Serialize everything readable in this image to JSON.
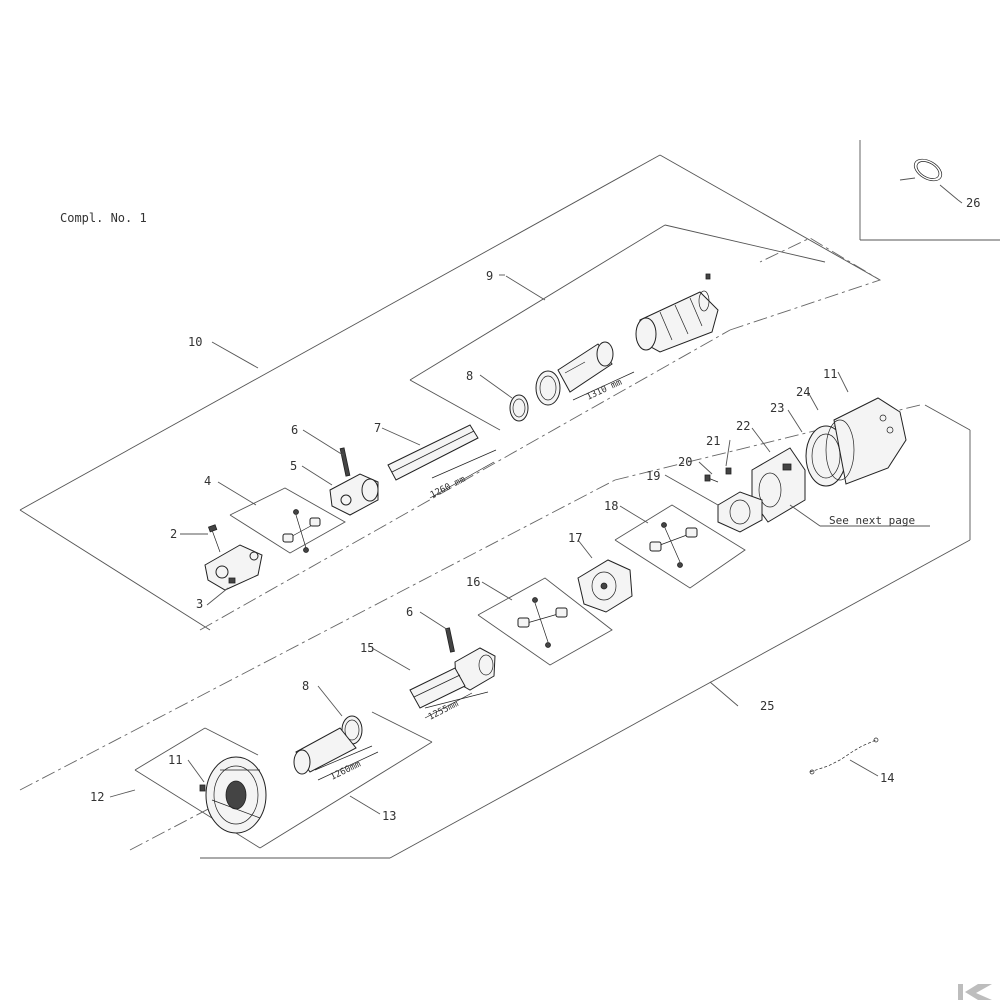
{
  "header": {
    "compl_no": "Compl.  No.   1"
  },
  "notes": {
    "see_next_page": "See next page"
  },
  "dimensions": {
    "d1310": "1310 mm",
    "d1260a": "1260 mm",
    "d1255": "1255mm",
    "d1260b": "1260mm"
  },
  "callouts": {
    "c1": "2",
    "c2": "3",
    "c3": "4",
    "c4": "5",
    "c5": "6",
    "c6": "7",
    "c7": "8",
    "c8": "9",
    "c9": "10",
    "c10": "11",
    "c11": "11",
    "c12": "12",
    "c13": "13",
    "c14": "14",
    "c15": "15",
    "c16": "16",
    "c17": "17",
    "c18": "18",
    "c19": "19",
    "c20": "20",
    "c21": "21",
    "c22": "22",
    "c23": "23",
    "c24": "24",
    "c25": "25",
    "c26": "26",
    "c27": "6",
    "c28": "8"
  },
  "colors": {
    "line": "#555555",
    "text": "#333333",
    "brand": "#bdbdbd"
  },
  "icons": {
    "logo": "k-logo"
  }
}
